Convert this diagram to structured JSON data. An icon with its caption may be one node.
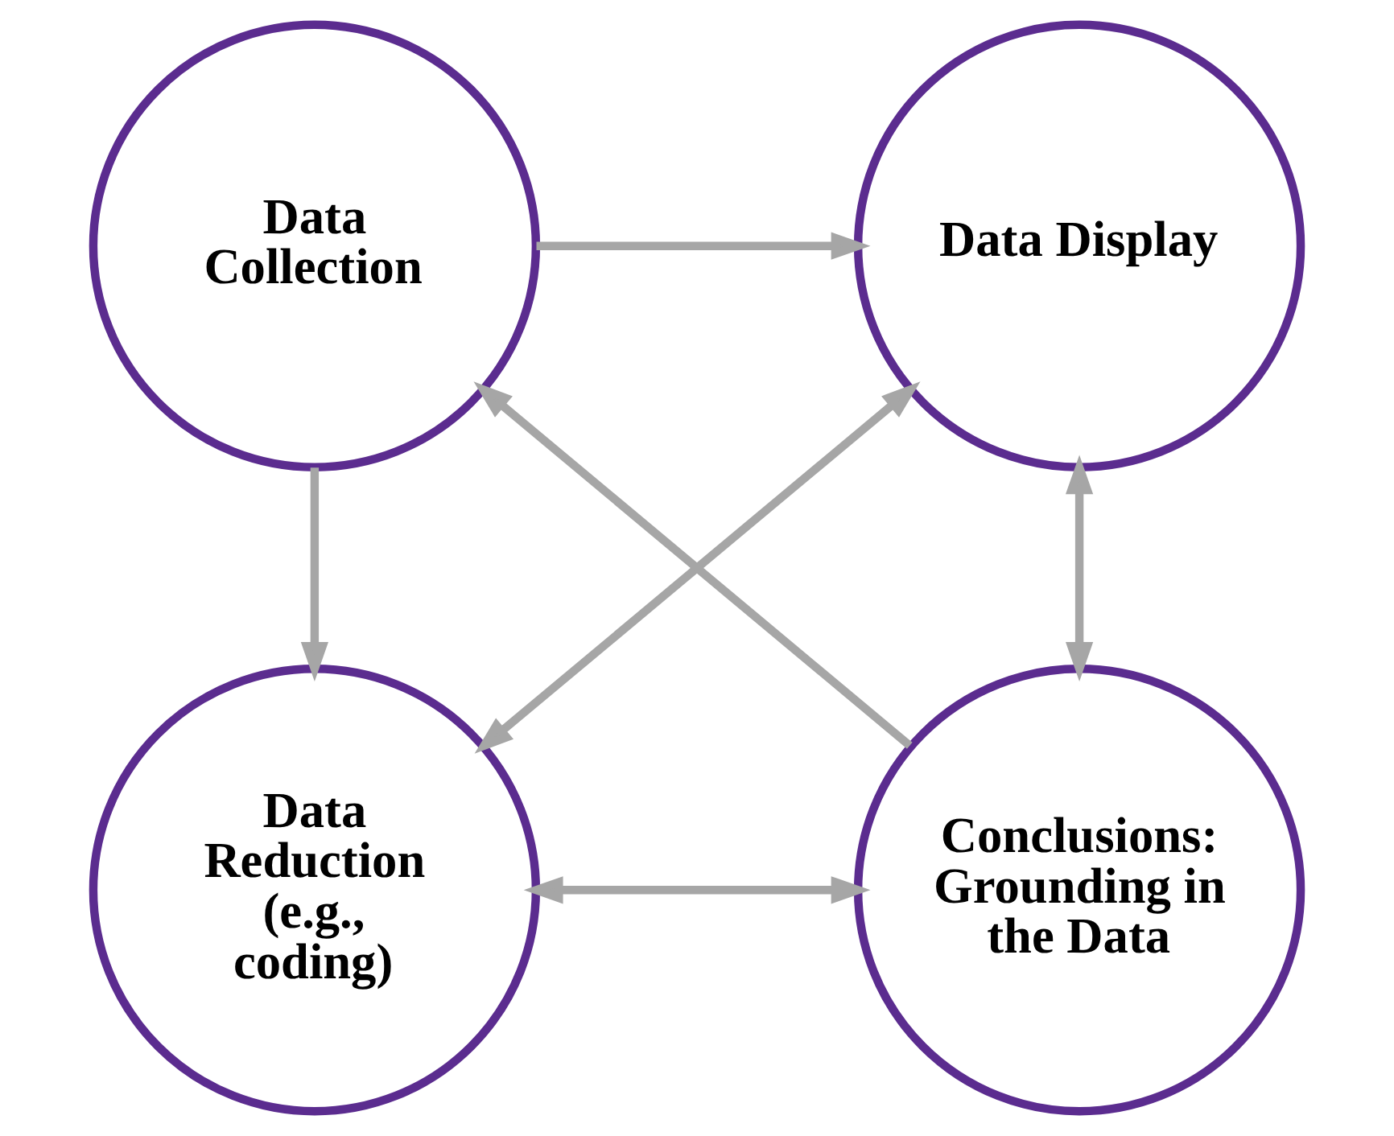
{
  "diagram": {
    "nodes": [
      {
        "text": [
          "Data Collection"
        ]
      },
      {
        "text": [
          "Data Display"
        ]
      },
      {
        "text": [
          "Data Reduction (e.g., coding)"
        ]
      },
      {
        "text": [
          "Conclusions: Grounding in the Data"
        ]
      }
    ],
    "edges": [
      {
        "from": 0,
        "to": 1,
        "arrow": "to"
      },
      {
        "from": 0,
        "to": 2,
        "arrow": "to"
      },
      {
        "from": 1,
        "to": 2,
        "arrow": "both"
      },
      {
        "from": 1,
        "to": 3,
        "arrow": "both"
      },
      {
        "from": 2,
        "to": 3,
        "arrow": "both"
      },
      {
        "from": 3,
        "to": 0,
        "arrow": "to"
      }
    ]
  }
}
